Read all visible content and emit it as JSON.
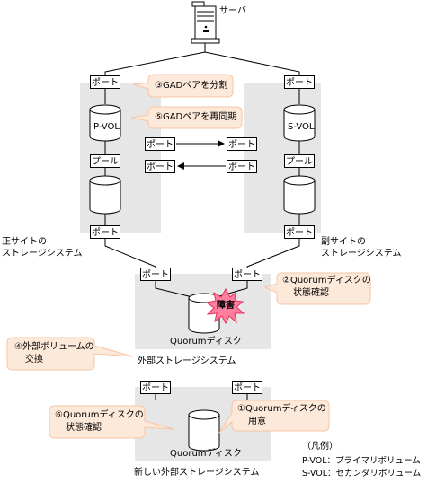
{
  "server": {
    "label": "サーバ"
  },
  "port_label": "ポート",
  "pool_label": "プール",
  "primary": {
    "volume": "P-VOL",
    "site_label_1": "正サイトの",
    "site_label_2": "ストレージシステム"
  },
  "secondary": {
    "volume": "S-VOL",
    "site_label_1": "副サイトの",
    "site_label_2": "ストレージシステム"
  },
  "external": {
    "disk_label": "Quorumディスク",
    "system_label": "外部ストレージシステム",
    "failure_label": "障害"
  },
  "new_external": {
    "disk_label": "Quorumディスク",
    "system_label": "新しい外部ストレージシステム"
  },
  "steps": {
    "s1_line1": "①Quorumディスクの",
    "s1_line2": "用意",
    "s2_line1": "②Quorumディスクの",
    "s2_line2": "状態確認",
    "s3": "③GADペアを分割",
    "s4_line1": "④外部ボリュームの",
    "s4_line2": "交換",
    "s5": "⑤GADペアを再同期",
    "s6_line1": "⑥Quorumディスクの",
    "s6_line2": "状態確認"
  },
  "legend": {
    "title": "（凡例）",
    "pvol": "P-VOL：プライマリボリューム",
    "svol": "S-VOL：セカンダリボリューム"
  },
  "colors": {
    "site_bg": "#e6e6e6",
    "callout_fill": "#fde9d9",
    "callout_stroke": "#f6c6a6",
    "burst_fill": "#ff7f9f",
    "burst_stroke": "#e8305a"
  }
}
